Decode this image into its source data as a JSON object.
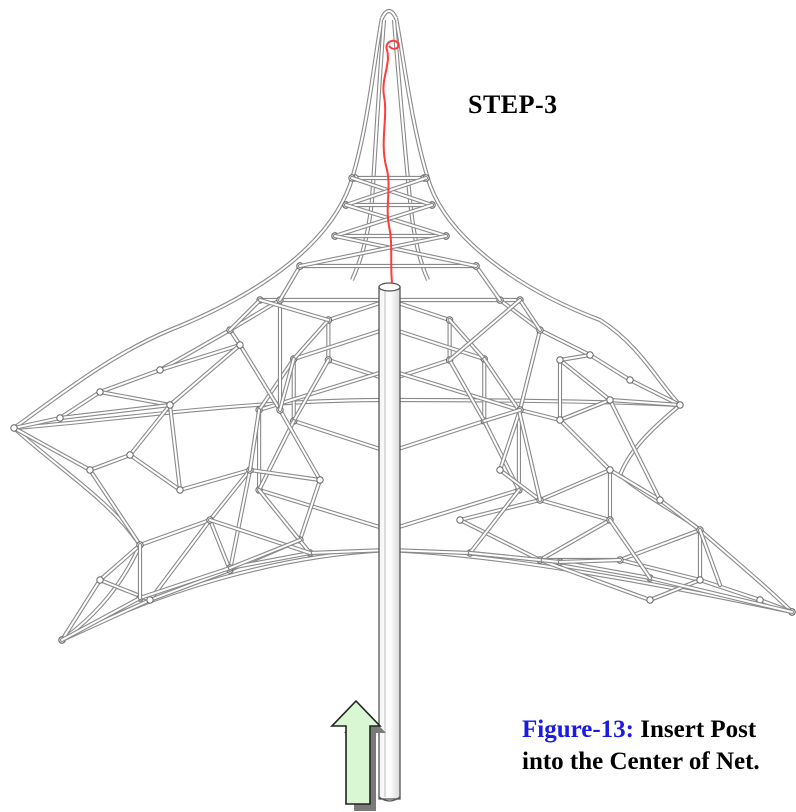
{
  "step_label": "STEP-3",
  "caption": {
    "figure_ref": "Figure-13:",
    "line1": " Insert Post",
    "line2": "into the Center of Net."
  },
  "colors": {
    "rope": "#8a8a8a",
    "rope_fill": "#ffffff",
    "post_stroke": "#555555",
    "pull_string": "#ff3b3b",
    "arrow_fill": "#d9f7d3",
    "arrow_shadow": "#7a7a7a",
    "caption_accent": "#1a1ae6"
  },
  "icons": {
    "direction_arrow": "up-arrow-icon"
  }
}
